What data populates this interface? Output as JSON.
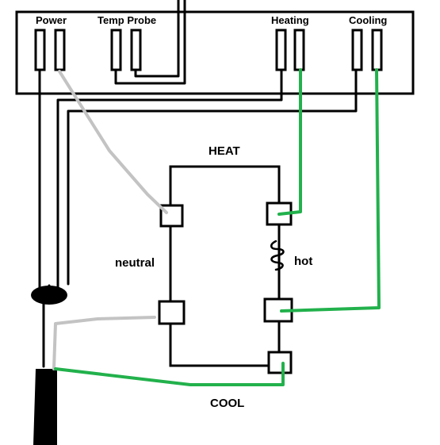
{
  "controller": {
    "terminals": {
      "power": "Power",
      "temp_probe": "Temp Probe",
      "heating": "Heating",
      "cooling": "Cooling"
    }
  },
  "relay_box": {
    "top_label": "HEAT",
    "bottom_label": "COOL",
    "left_label": "neutral",
    "right_label": "hot"
  },
  "colors": {
    "neutral_wire": "#c3c3c3",
    "hot_wire": "#22b14c",
    "control_wire": "#000000",
    "background": "#ffffff"
  }
}
